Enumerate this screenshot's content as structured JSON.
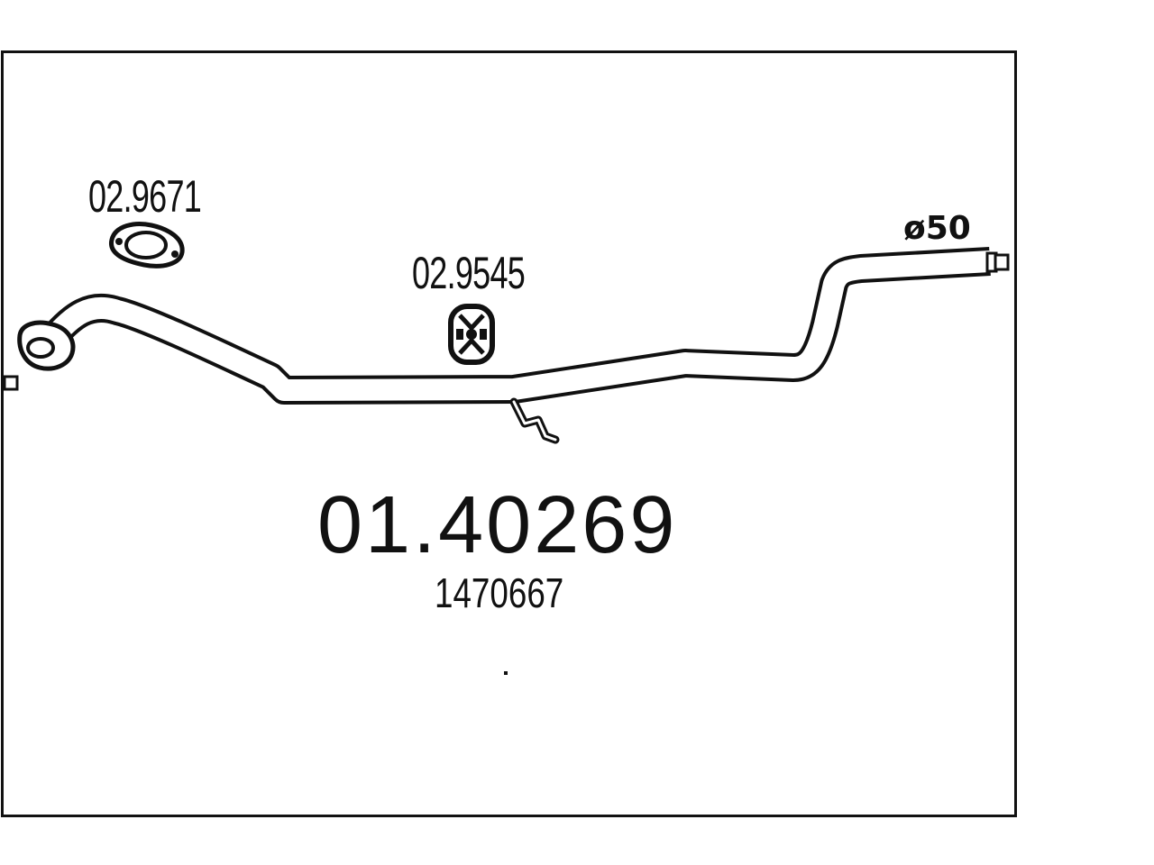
{
  "diagram": {
    "part_number": "01.40269",
    "oe_number": "1470667",
    "diameter_label": "ø50",
    "components": {
      "gasket": {
        "part_number": "02.9671",
        "icon": "flange-gasket-icon"
      },
      "hanger": {
        "part_number": "02.9545",
        "icon": "rubber-hanger-icon"
      }
    },
    "colors": {
      "line": "#111111",
      "background": "#ffffff"
    }
  }
}
